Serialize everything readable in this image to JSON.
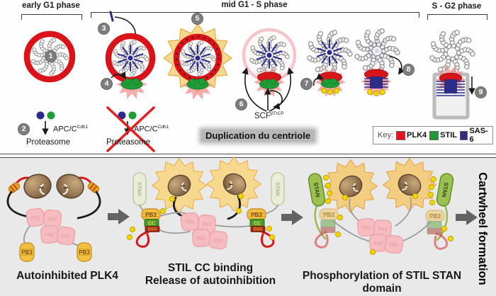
{
  "phases": {
    "early": "early G1 phase",
    "mid": "mid G1 - S phase",
    "late": "S - G2 phase"
  },
  "steps": [
    "1",
    "2",
    "3",
    "4",
    "5",
    "6",
    "7",
    "8",
    "9"
  ],
  "degradation": {
    "apc": "APC/C",
    "apc_sup": "Cdh1",
    "proteasome": "Proteasome"
  },
  "scf": {
    "name": "SCF",
    "sup": "βTrCP"
  },
  "center_caption": "Duplication du centriole",
  "key": {
    "title": "Key:",
    "items": [
      {
        "label": "PLK4",
        "color": "#e1131c"
      },
      {
        "label": "STIL",
        "color": "#1b9a38"
      },
      {
        "label": "SAS-6",
        "color": "#2d2d87"
      }
    ]
  },
  "stages": {
    "s1": {
      "caption": "Autoinhibited PLK4"
    },
    "s2": {
      "line1": "STIL CC binding",
      "line2": "Release of autoinhibition"
    },
    "s3": {
      "caption": "Phosphorylation of STIL STAN domain"
    }
  },
  "domains": {
    "pb1": "PB1",
    "pb2": "PB2",
    "pb3": "PB3",
    "cc": "CC",
    "dsg": "DSG",
    "stan": "STAN"
  },
  "side_label": "Cartwheel formation"
}
